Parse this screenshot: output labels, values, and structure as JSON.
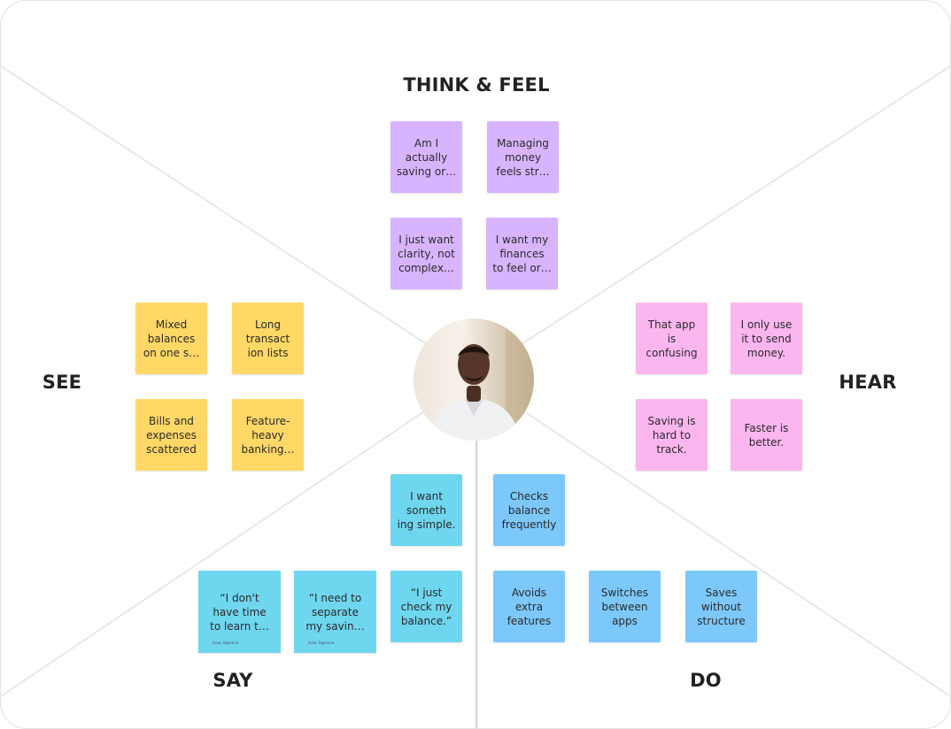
{
  "quadrants": {
    "think_feel": "THINK & FEEL",
    "see": "SEE",
    "hear": "HEAR",
    "say": "SAY",
    "do": "DO"
  },
  "think_feel_notes": [
    {
      "lines": [
        "Am I",
        "actually",
        "saving or…"
      ]
    },
    {
      "lines": [
        "Managing",
        "money",
        "feels str…"
      ]
    },
    {
      "lines": [
        "I just want",
        "clarity, not",
        "complex…"
      ]
    },
    {
      "lines": [
        "I want my",
        "finances",
        "to feel or…"
      ]
    }
  ],
  "see_notes": [
    {
      "lines": [
        "Mixed",
        "balances",
        "on one s…"
      ]
    },
    {
      "lines": [
        "Long",
        "transact",
        "ion lists"
      ]
    },
    {
      "lines": [
        "Bills and",
        "expenses",
        "scattered"
      ]
    },
    {
      "lines": [
        "Feature-",
        "heavy",
        "banking…"
      ]
    }
  ],
  "hear_notes": [
    {
      "lines": [
        "That app",
        "is",
        "confusing"
      ]
    },
    {
      "lines": [
        "I only use",
        "it to send",
        "money."
      ]
    },
    {
      "lines": [
        "Saving is",
        "hard to",
        "track."
      ]
    },
    {
      "lines": [
        "Faster is",
        "better."
      ]
    }
  ],
  "say_notes": [
    {
      "lines": [
        "I want",
        "someth",
        "ing simple."
      ]
    },
    {
      "lines": [
        "“I don't",
        "have time",
        "to learn t…"
      ],
      "author": "Isaac Agyeono"
    },
    {
      "lines": [
        "“I need to",
        "separate",
        "my savin…"
      ],
      "author": "Isaac Agyeono"
    },
    {
      "lines": [
        "“I just",
        "check my",
        "balance.”"
      ]
    }
  ],
  "do_notes": [
    {
      "lines": [
        "Checks",
        "balance",
        "frequently"
      ]
    },
    {
      "lines": [
        "Avoids",
        "extra",
        "features"
      ]
    },
    {
      "lines": [
        "Switches",
        "between",
        "apps"
      ]
    },
    {
      "lines": [
        "Saves",
        "without",
        "structure"
      ]
    }
  ],
  "colors": {
    "think_feel": "#d8b4fe",
    "see": "#ffd866",
    "hear": "#fbb6f0",
    "say": "#6fd6ef",
    "do": "#7cc8fb",
    "lines": "#e6e6e6"
  },
  "avatar": {
    "icon": "person-avatar-photo"
  }
}
